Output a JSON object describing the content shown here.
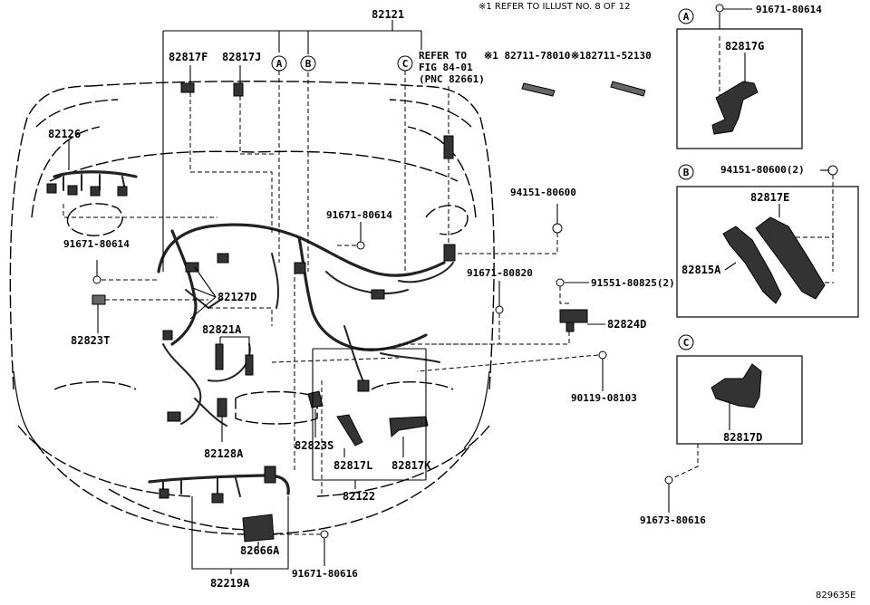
{
  "diagram": {
    "figure_id": "829635E",
    "note": "※1 REFER TO ILLUST NO. 8 OF 12",
    "refer_note": [
      "REFER TO",
      "FIG 84-01",
      "(PNC 82661)"
    ],
    "section_markers": {
      "a": "A",
      "b": "B",
      "c": "C"
    },
    "parts": {
      "p82121": "82121",
      "p82817F": "82817F",
      "p82817J": "82817J",
      "p82711_78010": "※1 82711-78010",
      "p82711_52130": "※182711-52130",
      "p82126": "82126",
      "p91671_80614_left": "91671-80614",
      "p91671_80614_mid": "91671-80614",
      "p94151_80600": "94151-80600",
      "p82127D": "82127D",
      "p82821A": "82821A",
      "p82823T": "82823T",
      "p91671_80820": "91671-80820",
      "p91551_80825": "91551-80825(2)",
      "p82824D": "82824D",
      "p90119_08103": "90119-08103",
      "p82128A": "82128A",
      "p82823S": "82823S",
      "p82817L": "82817L",
      "p82817K": "82817K",
      "p82122": "82122",
      "p82666A": "82666A",
      "p91671_80616": "91671-80616",
      "p82219A": "82219A",
      "p91673_80616": "91673-80616",
      "pA_91671_80614": "91671-80614",
      "pA_82817G": "82817G",
      "pB_94151_80600_2": "94151-80600(2)",
      "pB_82817E": "82817E",
      "pB_82815A": "82815A",
      "pC_82817D": "82817D"
    }
  }
}
